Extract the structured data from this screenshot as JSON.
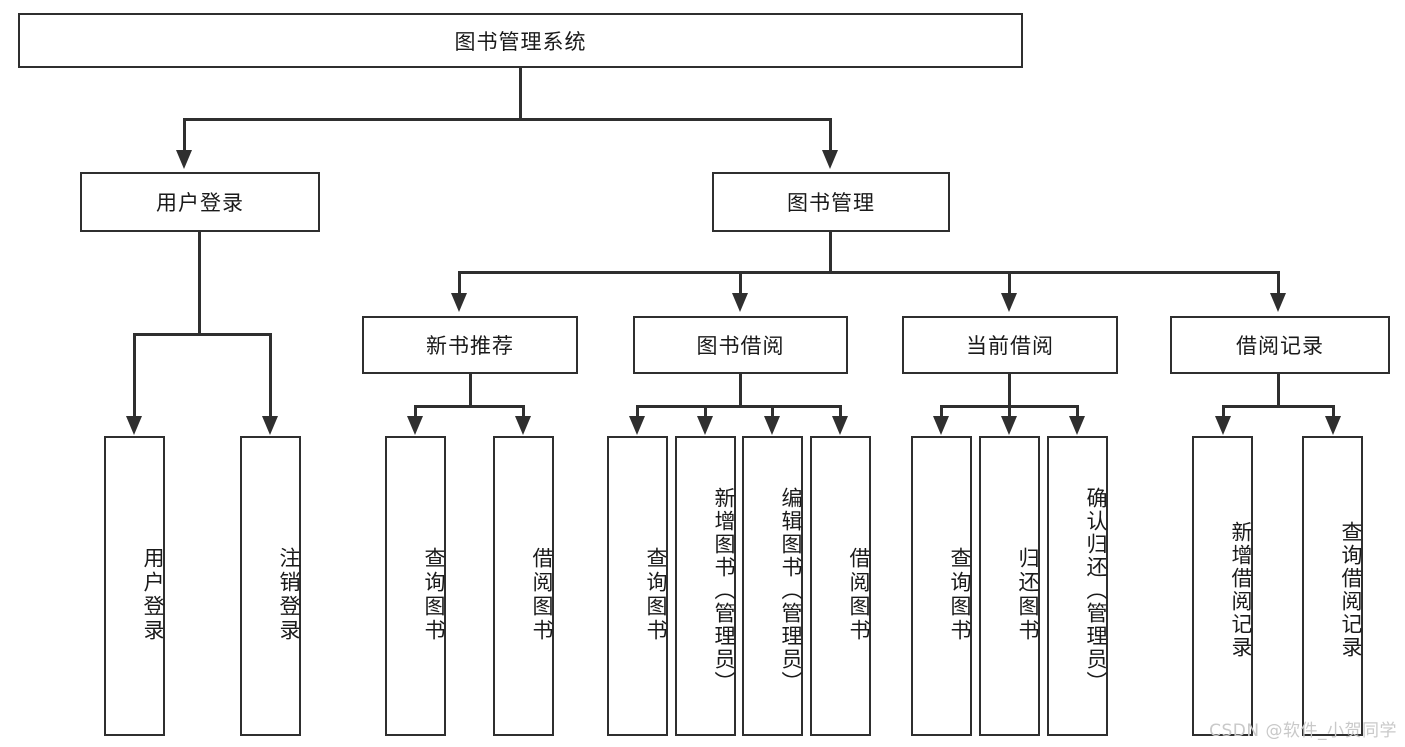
{
  "diagram": {
    "title": "图书管理系统",
    "type": "tree",
    "root": {
      "label": "图书管理系统"
    },
    "level1": [
      {
        "label": "用户登录"
      },
      {
        "label": "图书管理"
      }
    ],
    "level2": [
      {
        "label": "新书推荐"
      },
      {
        "label": "图书借阅"
      },
      {
        "label": "当前借阅"
      },
      {
        "label": "借阅记录"
      }
    ],
    "leaves": {
      "user_login": [
        {
          "label": "用户登录"
        },
        {
          "label": "注销登录"
        }
      ],
      "new_book_recommend": [
        {
          "label": "查询图书"
        },
        {
          "label": "借阅图书"
        }
      ],
      "book_borrow": [
        {
          "label": "查询图书"
        },
        {
          "label": "新增图书（管理员）"
        },
        {
          "label": "编辑图书（管理员）"
        },
        {
          "label": "借阅图书"
        }
      ],
      "current_borrow": [
        {
          "label": "查询图书"
        },
        {
          "label": "归还图书"
        },
        {
          "label": "确认归还（管理员）"
        }
      ],
      "borrow_record": [
        {
          "label": "新增借阅记录"
        },
        {
          "label": "查询借阅记录"
        }
      ]
    }
  },
  "watermark": {
    "text": "CSDN @软件_小贺同学"
  },
  "colors": {
    "stroke": "#2f2f2f",
    "background": "#ffffff",
    "text": "#1a1a1a",
    "watermark": "#c9c9c9"
  }
}
